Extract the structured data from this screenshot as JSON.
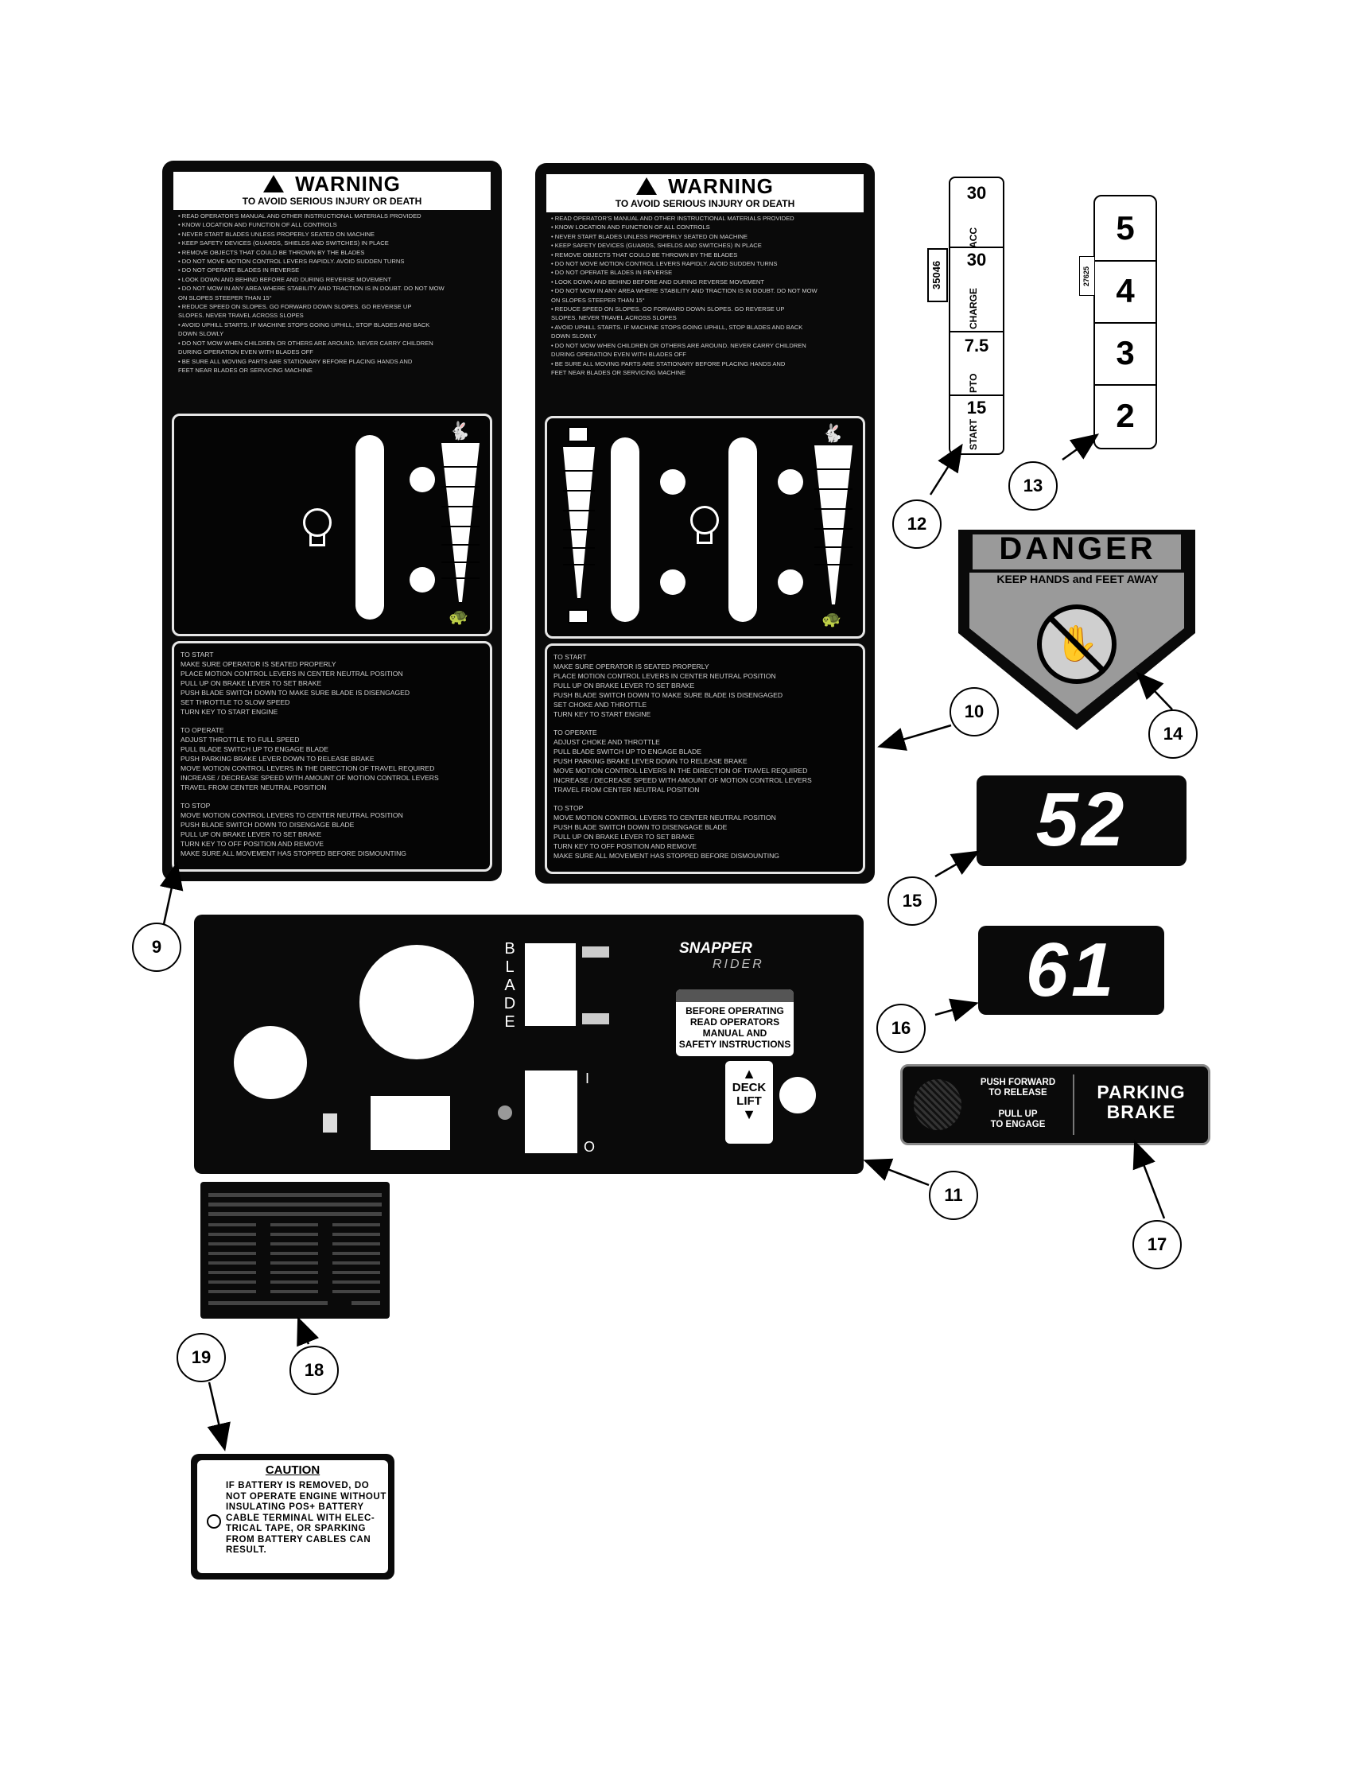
{
  "warning_9": {
    "title": "WARNING",
    "subtitle": "TO AVOID SERIOUS INJURY OR DEATH",
    "rules": [
      "• READ OPERATOR'S MANUAL AND OTHER INSTRUCTIONAL MATERIALS PROVIDED",
      "• KNOW LOCATION AND FUNCTION OF ALL CONTROLS",
      "• NEVER START BLADES UNLESS PROPERLY SEATED ON MACHINE",
      "• KEEP SAFETY DEVICES (GUARDS, SHIELDS AND SWITCHES) IN PLACE",
      "• REMOVE OBJECTS THAT COULD BE THROWN BY THE BLADES",
      "• DO NOT MOVE MOTION CONTROL LEVERS RAPIDLY. AVOID SUDDEN TURNS",
      "• DO NOT OPERATE BLADES IN REVERSE",
      "• LOOK DOWN AND BEHIND BEFORE AND DURING REVERSE MOVEMENT",
      "• DO NOT MOW IN ANY AREA WHERE STABILITY AND TRACTION IS IN DOUBT. DO NOT MOW",
      "  ON SLOPES STEEPER THAN 15°",
      "• REDUCE SPEED ON SLOPES. GO FORWARD DOWN SLOPES. GO REVERSE UP",
      "  SLOPES. NEVER TRAVEL ACROSS SLOPES",
      "• AVOID UPHILL STARTS. IF MACHINE STOPS GOING UPHILL, STOP BLADES AND BACK",
      "  DOWN SLOWLY",
      "• DO NOT MOW WHEN CHILDREN OR OTHERS ARE AROUND. NEVER CARRY CHILDREN",
      "  DURING OPERATION EVEN WITH BLADES OFF",
      "• BE SURE ALL MOVING PARTS ARE STATIONARY BEFORE PLACING HANDS AND",
      "  FEET NEAR BLADES OR SERVICING MACHINE"
    ],
    "instructions": [
      "TO START",
      "MAKE SURE OPERATOR IS SEATED PROPERLY",
      "PLACE MOTION CONTROL LEVERS IN CENTER NEUTRAL POSITION",
      "PULL UP ON BRAKE LEVER TO SET BRAKE",
      "PUSH BLADE SWITCH DOWN TO MAKE SURE BLADE IS DISENGAGED",
      "SET THROTTLE TO SLOW SPEED",
      "TURN KEY TO START ENGINE",
      "",
      "TO OPERATE",
      "ADJUST THROTTLE TO FULL SPEED",
      "PULL BLADE SWITCH UP TO ENGAGE BLADE",
      "PUSH PARKING BRAKE LEVER DOWN TO RELEASE BRAKE",
      "MOVE MOTION CONTROL LEVERS IN THE DIRECTION OF TRAVEL REQUIRED",
      "INCREASE / DECREASE SPEED WITH AMOUNT OF MOTION CONTROL LEVERS",
      "TRAVEL FROM CENTER NEUTRAL POSITION",
      "",
      "TO STOP",
      "MOVE MOTION CONTROL LEVERS TO CENTER NEUTRAL POSITION",
      "PUSH BLADE SWITCH DOWN TO DISENGAGE BLADE",
      "PULL UP ON BRAKE LEVER TO SET BRAKE",
      "TURN KEY TO OFF POSITION AND REMOVE",
      "MAKE SURE ALL MOVEMENT HAS STOPPED BEFORE DISMOUNTING"
    ]
  },
  "warning_10": {
    "title": "WARNING",
    "subtitle": "TO AVOID SERIOUS INJURY OR DEATH",
    "rules": [
      "• READ OPERATOR'S MANUAL AND OTHER INSTRUCTIONAL MATERIALS PROVIDED",
      "• KNOW LOCATION AND FUNCTION OF ALL CONTROLS",
      "• NEVER START BLADES UNLESS PROPERLY SEATED ON MACHINE",
      "• KEEP SAFETY DEVICES (GUARDS, SHIELDS AND SWITCHES) IN PLACE",
      "• REMOVE OBJECTS THAT COULD BE THROWN BY THE BLADES",
      "• DO NOT MOVE MOTION CONTROL LEVERS RAPIDLY. AVOID SUDDEN TURNS",
      "• DO NOT OPERATE BLADES IN REVERSE",
      "• LOOK DOWN AND BEHIND BEFORE AND DURING REVERSE MOVEMENT",
      "• DO NOT MOW IN ANY AREA WHERE STABILITY AND TRACTION IS IN DOUBT. DO NOT MOW",
      "  ON SLOPES STEEPER THAN 15°",
      "• REDUCE SPEED ON SLOPES. GO FORWARD DOWN SLOPES. GO REVERSE UP",
      "  SLOPES. NEVER TRAVEL ACROSS SLOPES",
      "• AVOID UPHILL STARTS. IF MACHINE STOPS GOING UPHILL, STOP BLADES AND BACK",
      "  DOWN SLOWLY",
      "• DO NOT MOW WHEN CHILDREN OR OTHERS ARE AROUND. NEVER CARRY CHILDREN",
      "  DURING OPERATION EVEN WITH BLADES OFF",
      "• BE SURE ALL MOVING PARTS ARE STATIONARY BEFORE PLACING HANDS AND",
      "  FEET NEAR BLADES OR SERVICING MACHINE"
    ],
    "instructions": [
      "TO START",
      "MAKE SURE OPERATOR IS SEATED PROPERLY",
      "PLACE MOTION CONTROL LEVERS IN CENTER NEUTRAL POSITION",
      "PULL UP ON BRAKE LEVER TO SET BRAKE",
      "PUSH BLADE SWITCH DOWN TO MAKE SURE BLADE IS DISENGAGED",
      "SET CHOKE AND THROTTLE",
      "TURN KEY TO START ENGINE",
      "",
      "TO OPERATE",
      "ADJUST CHOKE AND THROTTLE",
      "PULL BLADE SWITCH UP TO ENGAGE BLADE",
      "PUSH PARKING BRAKE LEVER DOWN TO RELEASE BRAKE",
      "MOVE MOTION CONTROL LEVERS IN THE DIRECTION OF TRAVEL REQUIRED",
      "INCREASE / DECREASE SPEED WITH AMOUNT OF MOTION CONTROL LEVERS",
      "TRAVEL FROM CENTER NEUTRAL POSITION",
      "",
      "TO STOP",
      "MOVE MOTION CONTROL LEVERS TO CENTER NEUTRAL POSITION",
      "PUSH BLADE SWITCH DOWN TO DISENGAGE BLADE",
      "PULL UP ON BRAKE LEVER TO SET BRAKE",
      "TURN KEY TO OFF POSITION AND REMOVE",
      "MAKE SURE ALL MOVEMENT HAS STOPPED BEFORE DISMOUNTING"
    ]
  },
  "fuse_label_12": {
    "part_number": "35046",
    "rows": [
      {
        "amps": "30",
        "label": "ACC"
      },
      {
        "amps": "30",
        "label": "CHARGE"
      },
      {
        "amps": "7.5",
        "label": "PTO"
      },
      {
        "amps": "15",
        "label": "START"
      }
    ]
  },
  "height_label_13": {
    "part_number": "27625",
    "numbers": [
      "5",
      "4",
      "3",
      "2"
    ]
  },
  "danger_14": {
    "title": "DANGER",
    "subtitle": "KEEP HANDS and FEET AWAY"
  },
  "model_15": {
    "number": "52"
  },
  "model_16": {
    "number": "61"
  },
  "console_11": {
    "blade_letters": [
      "B",
      "L",
      "A",
      "D",
      "E"
    ],
    "brand": "SNAPPER",
    "brand_sub": "RIDER",
    "safety_lines": [
      "BEFORE OPERATING",
      "READ OPERATORS",
      "MANUAL AND",
      "SAFETY INSTRUCTIONS"
    ],
    "deck_lift_1": "DECK",
    "deck_lift_2": "LIFT",
    "switch_on": "I",
    "switch_off": "O"
  },
  "parking_brake_17": {
    "push_line1": "PUSH FORWARD",
    "push_line2": "TO RELEASE",
    "pull_line1": "PULL UP",
    "pull_line2": "TO ENGAGE",
    "title1": "PARKING",
    "title2": "BRAKE"
  },
  "caution_19": {
    "title": "CAUTION",
    "lines": [
      "IF BATTERY IS REMOVED, DO",
      "NOT OPERATE ENGINE WITHOUT",
      "INSULATING POS+ BATTERY",
      "CABLE TERMINAL WITH ELEC-",
      "TRICAL TAPE, OR SPARKING",
      "FROM BATTERY CABLES CAN",
      "RESULT."
    ]
  },
  "callouts": [
    "9",
    "10",
    "11",
    "12",
    "13",
    "14",
    "15",
    "16",
    "17",
    "18",
    "19"
  ]
}
